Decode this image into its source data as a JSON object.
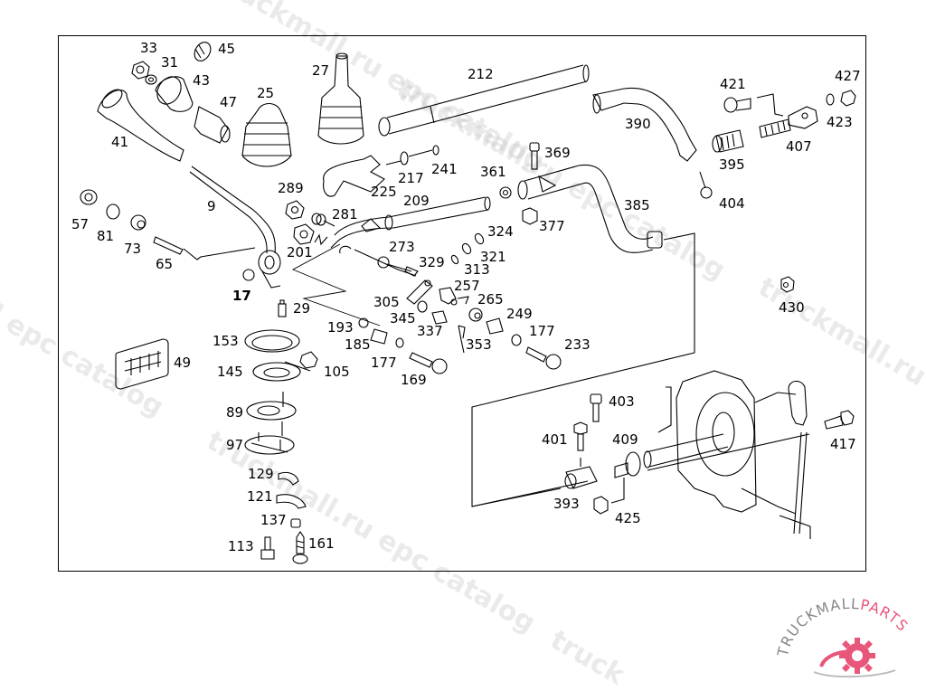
{
  "title": "Gear shift linkage exploded parts diagram",
  "watermark": {
    "segments": [
      "truckmall.ru epc catalog",
      "truckmall.ru epc catalog",
      "epc catalog",
      "truckmall.ru epc catalog",
      "truckmall.ru e",
      "l epc catalog",
      "epc catalog",
      "truckmall.ru epc catalog",
      "truck"
    ]
  },
  "logo": {
    "text_left": "TRUCKMALL",
    "text_right": "PARTS",
    "accent_color": "#e8577a",
    "text_color": "#888888"
  },
  "colors": {
    "line": "#000000",
    "background": "#ffffff",
    "frame": "#000000"
  },
  "parts": [
    {
      "id": "33",
      "label": "33"
    },
    {
      "id": "31",
      "label": "31"
    },
    {
      "id": "45",
      "label": "45"
    },
    {
      "id": "43",
      "label": "43"
    },
    {
      "id": "47",
      "label": "47"
    },
    {
      "id": "41",
      "label": "41"
    },
    {
      "id": "25",
      "label": "25"
    },
    {
      "id": "27",
      "label": "27"
    },
    {
      "id": "212",
      "label": "212"
    },
    {
      "id": "9",
      "label": "9"
    },
    {
      "id": "57",
      "label": "57"
    },
    {
      "id": "81",
      "label": "81"
    },
    {
      "id": "73",
      "label": "73"
    },
    {
      "id": "65",
      "label": "65"
    },
    {
      "id": "17",
      "label": "17"
    },
    {
      "id": "29",
      "label": "29"
    },
    {
      "id": "289",
      "label": "289"
    },
    {
      "id": "281",
      "label": "281"
    },
    {
      "id": "201",
      "label": "201"
    },
    {
      "id": "225",
      "label": "225"
    },
    {
      "id": "217",
      "label": "217"
    },
    {
      "id": "241",
      "label": "241"
    },
    {
      "id": "209",
      "label": "209"
    },
    {
      "id": "273",
      "label": "273"
    },
    {
      "id": "329",
      "label": "329"
    },
    {
      "id": "313",
      "label": "313"
    },
    {
      "id": "321",
      "label": "321"
    },
    {
      "id": "324",
      "label": "324"
    },
    {
      "id": "305",
      "label": "305"
    },
    {
      "id": "257",
      "label": "257"
    },
    {
      "id": "265",
      "label": "265"
    },
    {
      "id": "249",
      "label": "249"
    },
    {
      "id": "345",
      "label": "345"
    },
    {
      "id": "337",
      "label": "337"
    },
    {
      "id": "353",
      "label": "353"
    },
    {
      "id": "177a",
      "label": "177"
    },
    {
      "id": "233",
      "label": "233"
    },
    {
      "id": "193",
      "label": "193"
    },
    {
      "id": "185",
      "label": "185"
    },
    {
      "id": "177b",
      "label": "177"
    },
    {
      "id": "169",
      "label": "169"
    },
    {
      "id": "153",
      "label": "153"
    },
    {
      "id": "145",
      "label": "145"
    },
    {
      "id": "105",
      "label": "105"
    },
    {
      "id": "49",
      "label": "49"
    },
    {
      "id": "89",
      "label": "89"
    },
    {
      "id": "97",
      "label": "97"
    },
    {
      "id": "129",
      "label": "129"
    },
    {
      "id": "121",
      "label": "121"
    },
    {
      "id": "137",
      "label": "137"
    },
    {
      "id": "113",
      "label": "113"
    },
    {
      "id": "161",
      "label": "161"
    },
    {
      "id": "361",
      "label": "361"
    },
    {
      "id": "369",
      "label": "369"
    },
    {
      "id": "377",
      "label": "377"
    },
    {
      "id": "385",
      "label": "385"
    },
    {
      "id": "390",
      "label": "390"
    },
    {
      "id": "421",
      "label": "421"
    },
    {
      "id": "427",
      "label": "427"
    },
    {
      "id": "423",
      "label": "423"
    },
    {
      "id": "407",
      "label": "407"
    },
    {
      "id": "395",
      "label": "395"
    },
    {
      "id": "404",
      "label": "404"
    },
    {
      "id": "430",
      "label": "430"
    },
    {
      "id": "403",
      "label": "403"
    },
    {
      "id": "401",
      "label": "401"
    },
    {
      "id": "409",
      "label": "409"
    },
    {
      "id": "417",
      "label": "417"
    },
    {
      "id": "393",
      "label": "393"
    },
    {
      "id": "425",
      "label": "425"
    }
  ]
}
